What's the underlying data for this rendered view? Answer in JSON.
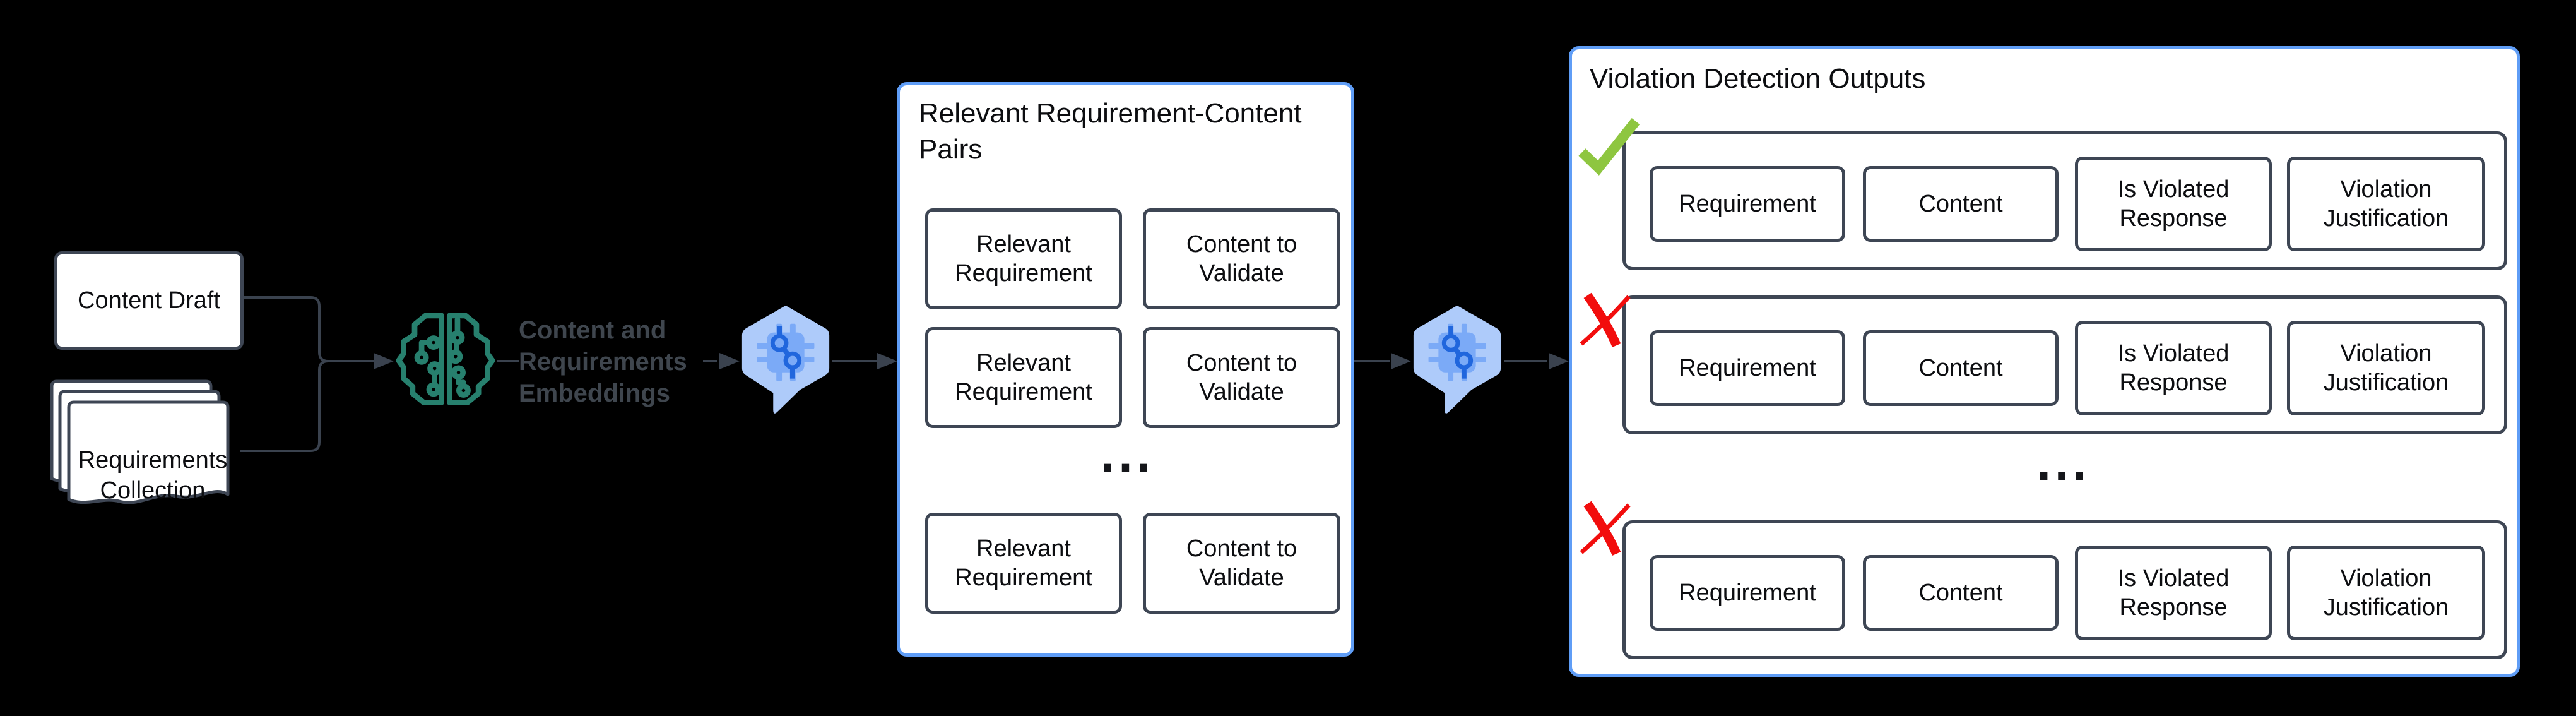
{
  "colors": {
    "background": "#000000",
    "panel_border_blue": "#5F9DF6",
    "box_border_slate": "#3E4654",
    "arrow": "#3A424E",
    "brain_teal": "#27806E",
    "bubble_light_blue": "#AECBFA",
    "chip_mid_blue": "#7BAAF7",
    "chip_dark_blue": "#2066DD",
    "check_green": "#8EC640",
    "cross_red": "#F20D0D",
    "caption_gray": "#3F464E"
  },
  "flow": {
    "inputs": {
      "content_draft_label": "Content Draft",
      "requirements_collection_label": "Requirements Collection"
    },
    "embeddings_caption": "Content and Requirements Embeddings",
    "icons": {
      "embedding_model": "brain-circuit-icon",
      "llm_step_1": "llm-chip-bubble-icon",
      "llm_step_2": "llm-chip-bubble-icon"
    }
  },
  "pairs_panel": {
    "title": "Relevant Requirement-Content Pairs",
    "ellipsis": "⋯",
    "rows": [
      {
        "requirement": "Relevant Requirement",
        "content": "Content to Validate"
      },
      {
        "requirement": "Relevant Requirement",
        "content": "Content to Validate"
      },
      {
        "requirement": "Relevant Requirement",
        "content": "Content to Validate"
      }
    ]
  },
  "outputs_panel": {
    "title": "Violation Detection Outputs",
    "ellipsis": "⋯",
    "rows": [
      {
        "status": "pass",
        "fields": [
          "Requirement",
          "Content",
          "Is Violated Response",
          "Violation Justification"
        ]
      },
      {
        "status": "fail",
        "fields": [
          "Requirement",
          "Content",
          "Is Violated Response",
          "Violation Justification"
        ]
      },
      {
        "status": "fail",
        "fields": [
          "Requirement",
          "Content",
          "Is Violated Response",
          "Violation Justification"
        ]
      }
    ]
  }
}
